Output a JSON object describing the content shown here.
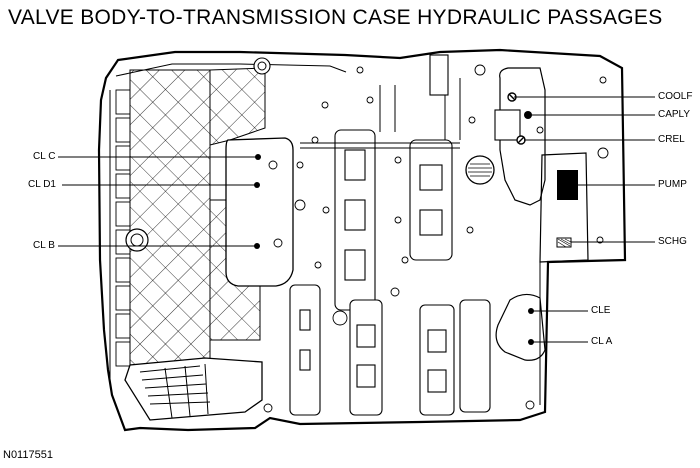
{
  "title": "VALVE BODY-TO-TRANSMISSION CASE HYDRAULIC PASSAGES",
  "figure_id": "N0117551",
  "labels": {
    "cl_c": "CL C",
    "cl_d1": "CL D1",
    "cl_b": "CL B",
    "coolf": "COOLF",
    "caply": "CAPLY",
    "crel": "CREL",
    "pump": "PUMP",
    "schg": "SCHG",
    "cle": "CLE",
    "cl_a": "CL A"
  }
}
